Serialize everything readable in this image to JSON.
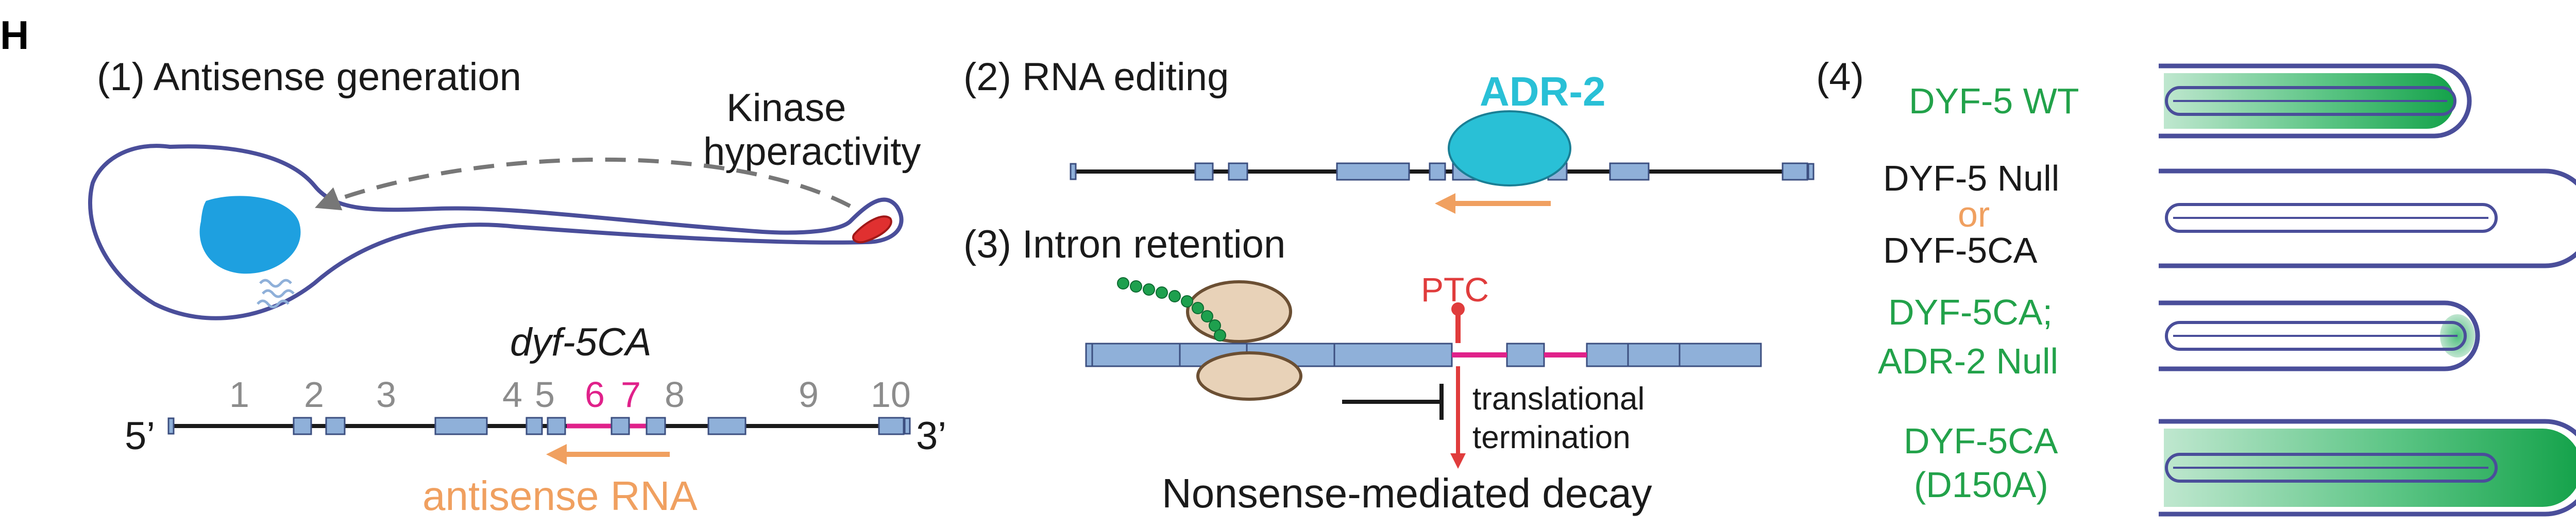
{
  "panel_letter": "H",
  "panel1": {
    "title": "(1)  Antisense generation",
    "kinase_line1": "Kinase",
    "kinase_line2": "hyperactivity",
    "gene_name": "dyf-5CA",
    "five_prime": "5’",
    "three_prime": "3’",
    "exon_numbers": [
      "1",
      "2",
      "3",
      "4",
      "5",
      "6",
      "7",
      "8",
      "9",
      "10"
    ],
    "antisense_label": "antisense RNA"
  },
  "panel2": {
    "title": "(2)  RNA editing",
    "enzyme": "ADR-2"
  },
  "panel3": {
    "title": "(3)  Intron retention",
    "ptc": "PTC",
    "block_line1": "translational",
    "block_line2": "termination",
    "outcome": "Nonsense-mediated decay"
  },
  "panel4": {
    "number": "(4)",
    "rows": [
      {
        "line1": "DYF-5 WT",
        "line2": "",
        "line3": ""
      },
      {
        "line1": "DYF-5 Null",
        "line2": "or",
        "line3": "DYF-5CA"
      },
      {
        "line1": "DYF-5CA;",
        "line2": "ADR-2 Null",
        "line3": ""
      },
      {
        "line1": "DYF-5CA",
        "line2": "(D150A)",
        "line3": ""
      }
    ]
  },
  "colors": {
    "exon": "#8fb0d9",
    "intron_pink": "#e0218a",
    "antisense_arrow": "#f0a060",
    "enzyme": "#29c0d6",
    "ptc_red": "#e03c3c",
    "green": "#22a24a",
    "cilium_outline": "#4a4e9a",
    "nucleus": "#1ea0e0",
    "ribosome": "#e8d2b8"
  }
}
